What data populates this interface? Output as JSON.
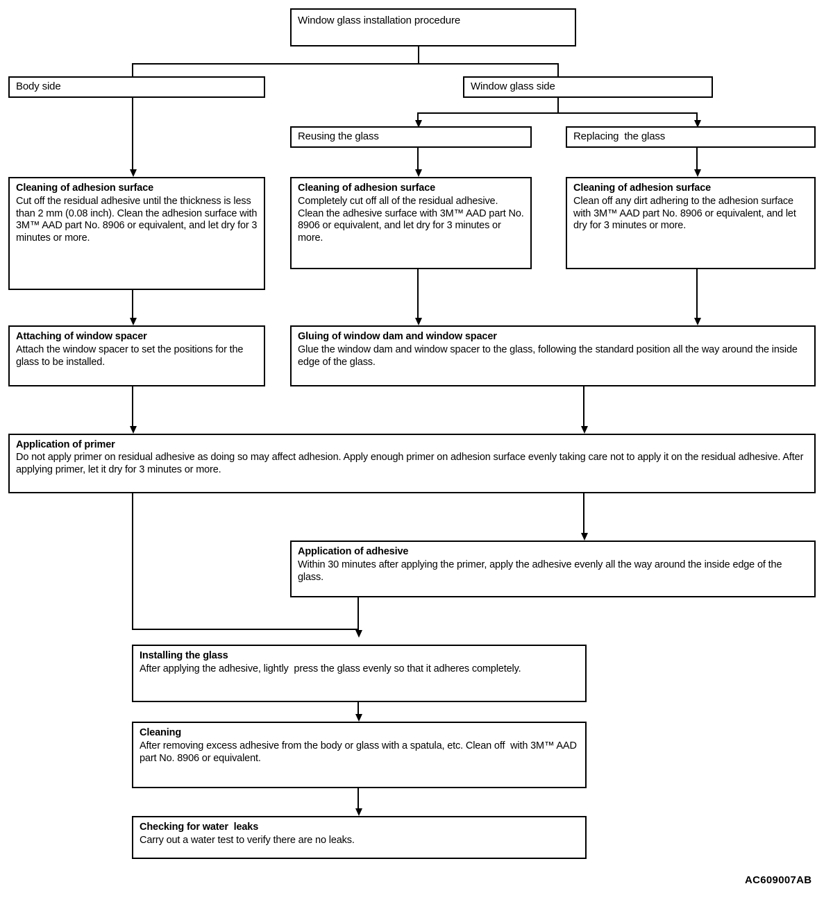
{
  "diagram": {
    "title": "Window glass installation procedure",
    "reference_code": "AC609007AB",
    "nodes": {
      "root": {
        "label": "Window glass installation procedure"
      },
      "body_side": {
        "label": "Body side"
      },
      "glass_side": {
        "label": "Window glass side"
      },
      "reusing": {
        "label": "Reusing the glass"
      },
      "replacing": {
        "label": "Replacing  the glass"
      },
      "clean_body": {
        "title": "Cleaning of adhesion surface",
        "body": "Cut off the residual adhesive until the thickness is less than 2 mm (0.08 inch). Clean the adhesion surface with 3M™ AAD part No. 8906 or equivalent, and let dry for 3 minutes or more."
      },
      "clean_reuse": {
        "title": "Cleaning of adhesion surface",
        "body": "Completely cut off all of the residual adhesive. Clean the adhesive surface with 3M™ AAD part No. 8906 or equivalent, and let dry for 3 minutes or more."
      },
      "clean_replace": {
        "title": "Cleaning of adhesion surface",
        "body": "Clean off any dirt adhering to the adhesion surface with 3M™ AAD part No. 8906 or equivalent, and let dry for 3 minutes or more."
      },
      "attach_spacer": {
        "title": "Attaching of window spacer",
        "body": "Attach the window spacer to set the positions for the glass to be installed."
      },
      "gluing": {
        "title": "Gluing of window dam and window spacer",
        "body": "Glue the window dam and window spacer to the glass, following the standard position all the way around the inside edge of the glass."
      },
      "primer": {
        "title": "Application of primer",
        "body": "Do not apply primer on residual adhesive as doing so may affect adhesion. Apply enough primer on adhesion surface evenly taking care not to apply it on the residual adhesive. After applying primer, let it dry for 3 minutes or more."
      },
      "adhesive": {
        "title": "Application of adhesive",
        "body": "Within 30 minutes after applying the primer, apply the adhesive evenly all the way around the inside edge of the glass."
      },
      "installing": {
        "title": "Installing the glass",
        "body": "After applying the adhesive, lightly  press the glass evenly so that it adheres completely."
      },
      "cleaning": {
        "title": "Cleaning",
        "body": "After removing excess adhesive from the body or glass with a spatula, etc. Clean off  with 3M™ AAD part No. 8906 or equivalent."
      },
      "water_leaks": {
        "title": "Checking for water  leaks",
        "body": "Carry out a water test to verify there are no leaks."
      }
    }
  }
}
